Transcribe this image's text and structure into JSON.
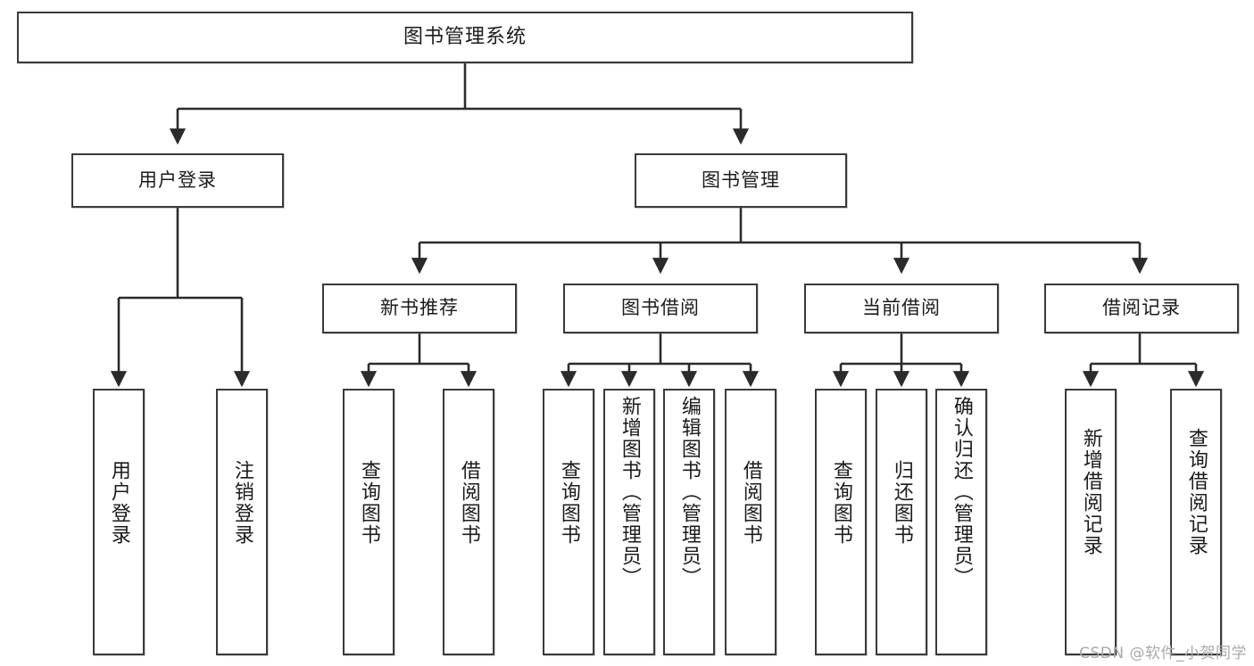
{
  "diagram": {
    "title": "图书管理系统",
    "type": "tree",
    "watermark": "CSDN @软件_小贺同学",
    "colors": {
      "stroke": "#3a3a3a",
      "fill": "#ffffff",
      "text": "#1b1b1b",
      "watermark": "#a9a9a9"
    },
    "root": {
      "label": "图书管理系统",
      "id": "root"
    },
    "level2": [
      {
        "id": "user-login",
        "label": "用户登录"
      },
      {
        "id": "book-manage",
        "label": "图书管理"
      }
    ],
    "level3": [
      {
        "id": "new-book-recommend",
        "label": "新书推荐",
        "parent": "book-manage"
      },
      {
        "id": "book-borrow",
        "label": "图书借阅",
        "parent": "book-manage"
      },
      {
        "id": "current-borrow",
        "label": "当前借阅",
        "parent": "book-manage"
      },
      {
        "id": "borrow-record",
        "label": "借阅记录",
        "parent": "book-manage"
      }
    ],
    "leaves": [
      {
        "id": "leaf-user-login",
        "label": "用户登录",
        "parent": "user-login"
      },
      {
        "id": "leaf-logout",
        "label": "注销登录",
        "parent": "user-login"
      },
      {
        "id": "leaf-query-book-1",
        "label": "查询图书",
        "parent": "new-book-recommend"
      },
      {
        "id": "leaf-borrow-book-1",
        "label": "借阅图书",
        "parent": "new-book-recommend"
      },
      {
        "id": "leaf-query-book-2",
        "label": "查询图书",
        "parent": "book-borrow"
      },
      {
        "id": "leaf-add-book",
        "label": "新增图书（管理员）",
        "parent": "book-borrow"
      },
      {
        "id": "leaf-edit-book",
        "label": "编辑图书（管理员）",
        "parent": "book-borrow"
      },
      {
        "id": "leaf-borrow-book-2",
        "label": "借阅图书",
        "parent": "book-borrow"
      },
      {
        "id": "leaf-query-book-3",
        "label": "查询图书",
        "parent": "current-borrow"
      },
      {
        "id": "leaf-return-book",
        "label": "归还图书",
        "parent": "current-borrow"
      },
      {
        "id": "leaf-confirm-return",
        "label": "确认归还（管理员）",
        "parent": "current-borrow"
      },
      {
        "id": "leaf-add-record",
        "label": "新增借阅记录",
        "parent": "borrow-record"
      },
      {
        "id": "leaf-query-record",
        "label": "查询借阅记录",
        "parent": "borrow-record"
      }
    ]
  }
}
